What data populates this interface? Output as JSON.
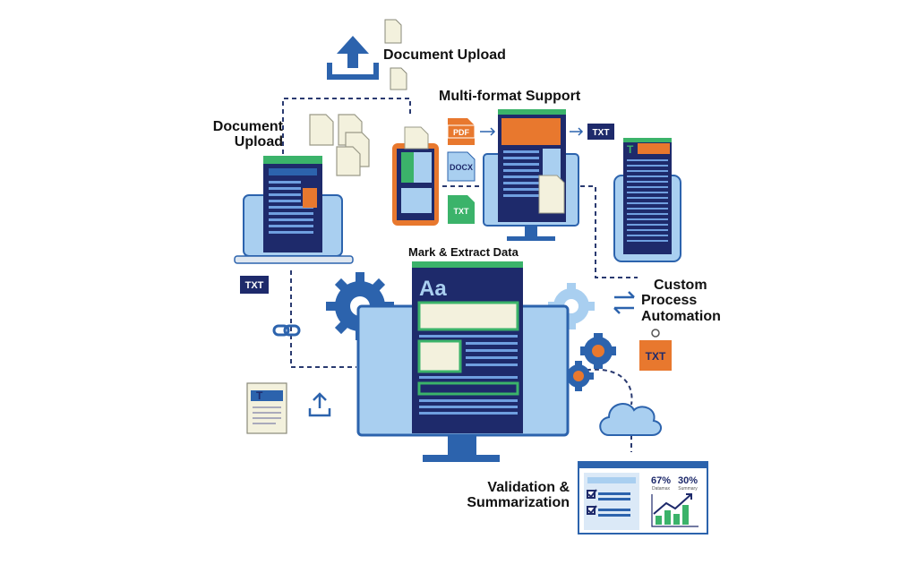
{
  "labels": {
    "upload_top": "Document Upload",
    "upload_left_line1": "Document",
    "upload_left_line2": "Upload",
    "multi_format": "Multi-format Support",
    "mark_extract": "Mark & Extract Data",
    "custom_line1": "Custom",
    "custom_line2": "Process",
    "custom_line3": "Automation",
    "validation_line1": "Validation &",
    "validation_line2": "Summarization"
  },
  "tags": {
    "pdf": "PDF",
    "docx": "DOCX",
    "txt": "TXT",
    "doc_letter": "T",
    "aa": "Aa"
  },
  "stats": {
    "stat1_value": "67%",
    "stat1_label": "Datamax",
    "stat2_value": "30%",
    "stat2_label": "Summary"
  },
  "colors": {
    "navy": "#1e2a6b",
    "blue": "#2c63ad",
    "light_blue": "#a9cff0",
    "orange": "#e8782e",
    "green": "#3bb36a",
    "cream": "#f3f1dd"
  }
}
